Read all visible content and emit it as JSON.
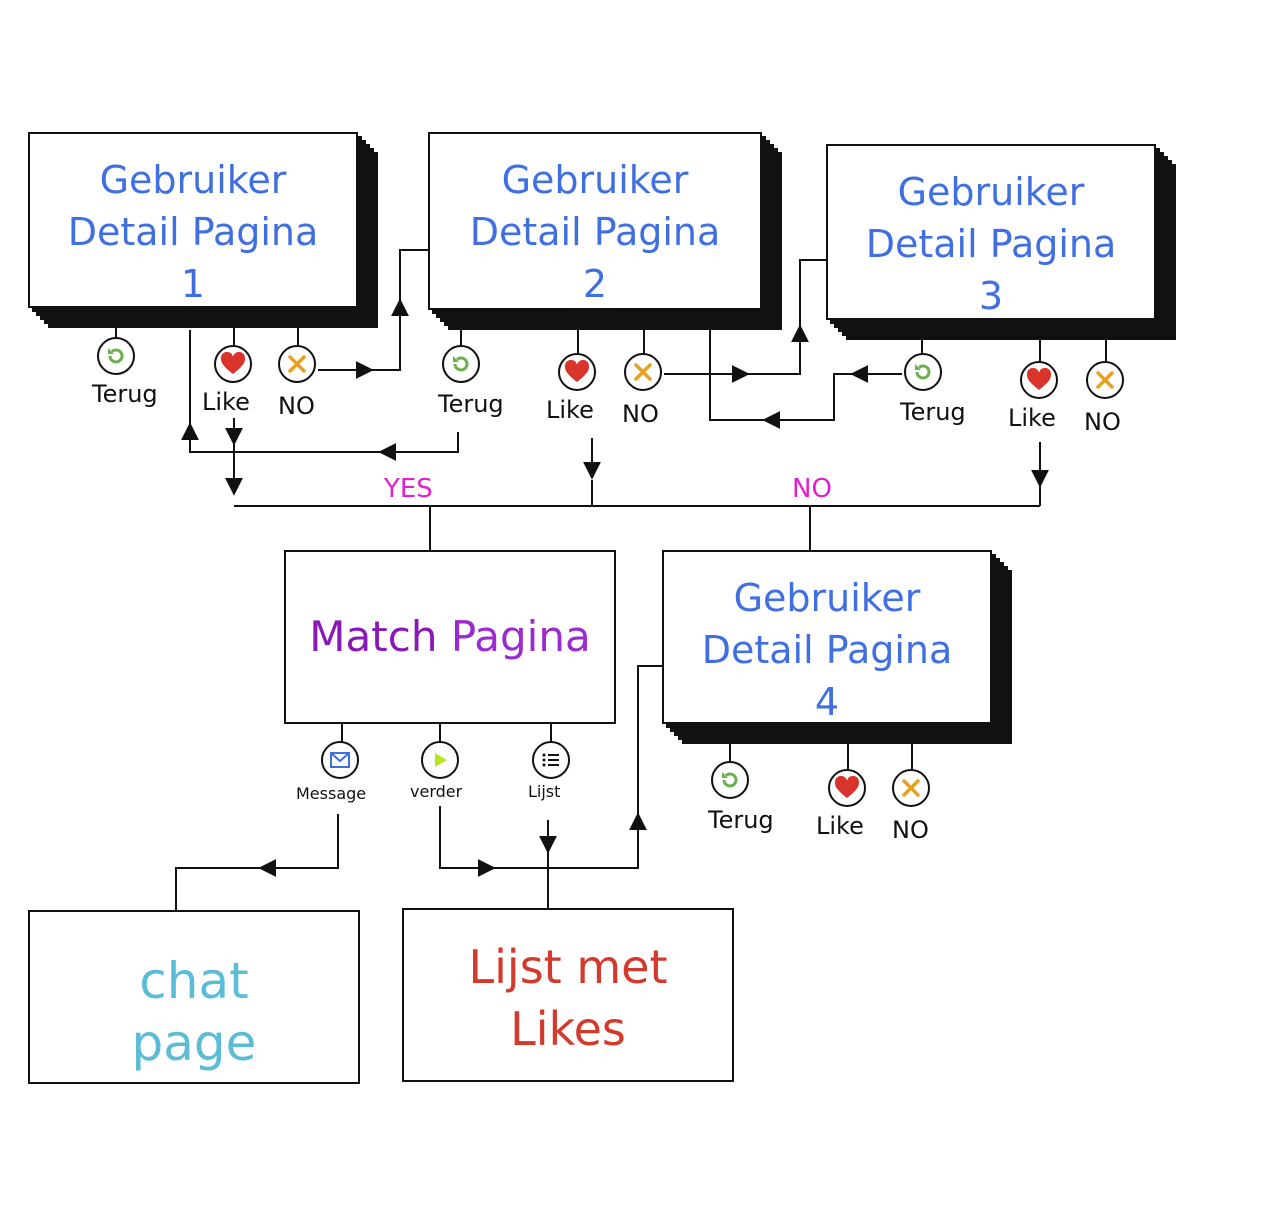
{
  "screens": {
    "detail_1": {
      "line1": "Gebruiker",
      "line2": "Detail Pagina",
      "line3": "1"
    },
    "detail_2": {
      "line1": "Gebruiker",
      "line2": "Detail Pagina",
      "line3": "2"
    },
    "detail_3": {
      "line1": "Gebruiker",
      "line2": "Detail Pagina",
      "line3": "3"
    },
    "detail_4": {
      "line1": "Gebruiker",
      "line2": "Detail Pagina",
      "line3": "4"
    },
    "match": {
      "word1": "Match",
      "word2": "Pagina"
    },
    "chat": {
      "line1": "chat",
      "line2": "page"
    },
    "likes_list": {
      "line1": "Lijst met",
      "line2": "Likes"
    }
  },
  "buttons": {
    "terug": "Terug",
    "like": "Like",
    "no": "NO",
    "message": "Message",
    "verder": "verder",
    "lijst": "Lijst"
  },
  "branches": {
    "yes": "YES",
    "no": "NO"
  },
  "colors": {
    "detail_text": "#3f6fe0",
    "match_text": "#8a18b8",
    "chat_text": "#5bbcd6",
    "likes_text": "#d23a2e",
    "branch_text": "#e020d0",
    "back_icon": "#6ab04c",
    "like_icon": "#d9342b",
    "no_icon": "#e8a020",
    "message_icon": "#3f6fe0",
    "verder_icon": "#b5e61d"
  },
  "icons": {
    "terug": "back-arrow-icon",
    "like": "heart-icon",
    "no": "x-icon",
    "message": "envelope-icon",
    "verder": "play-icon",
    "lijst": "list-icon"
  }
}
